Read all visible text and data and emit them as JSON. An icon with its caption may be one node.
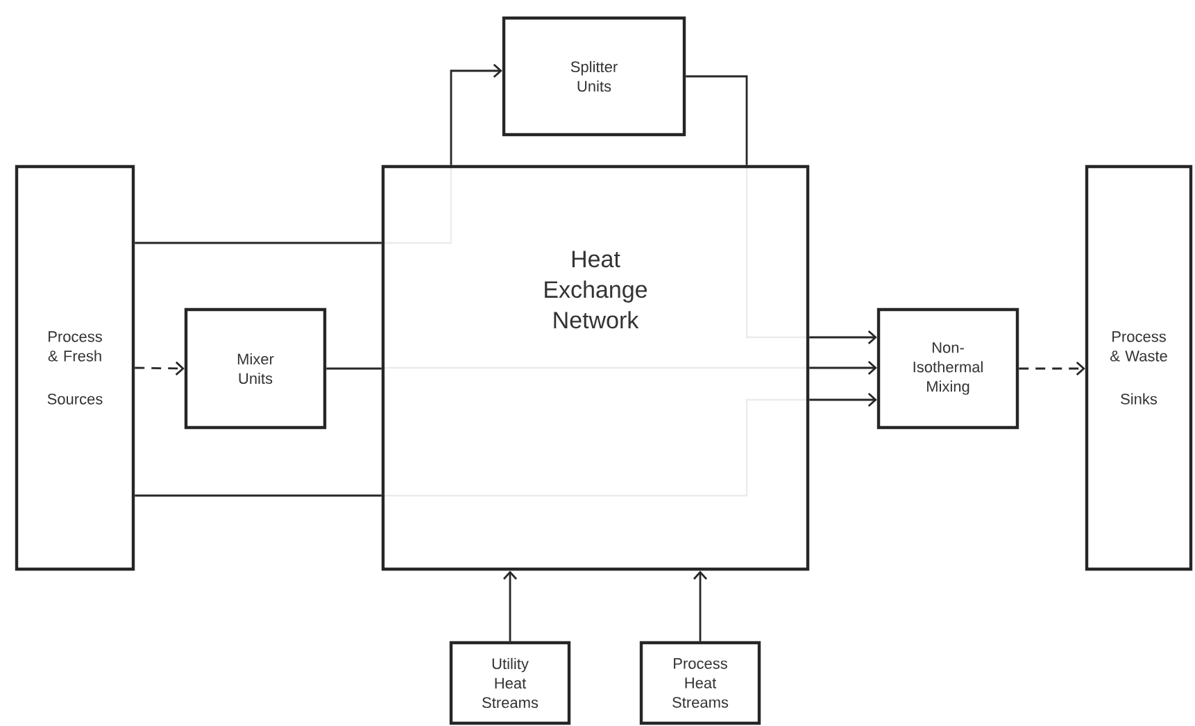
{
  "diagram": {
    "nodes": [
      {
        "text": [
          "Process & Fresh",
          "Sources"
        ]
      },
      {
        "text": [
          "Mixer Units"
        ]
      },
      {
        "text": [
          "Heat Exchange Network"
        ]
      },
      {
        "text": [
          "Splitter Units"
        ]
      },
      {
        "text": [
          "Non-Isothermal Mixing"
        ]
      },
      {
        "text": [
          "Process & Waste",
          "Sinks"
        ]
      },
      {
        "text": [
          "Utility Heat Streams"
        ]
      },
      {
        "text": [
          "Process Heat Streams"
        ]
      }
    ],
    "edges": [
      {
        "from": 0,
        "to": 1,
        "arrow": "to",
        "style": "dashed"
      },
      {
        "from": 0,
        "to": 2,
        "arrow": "none"
      },
      {
        "from": 1,
        "to": 2,
        "arrow": "none"
      },
      {
        "from": 0,
        "to": 2,
        "arrow": "none"
      },
      {
        "from": 2,
        "to": 3,
        "arrow": "to"
      },
      {
        "from": 3,
        "to": 2,
        "arrow": "none"
      },
      {
        "from": 2,
        "to": 4,
        "arrow": "to"
      },
      {
        "from": 2,
        "to": 4,
        "arrow": "to"
      },
      {
        "from": 2,
        "to": 4,
        "arrow": "to"
      },
      {
        "from": 4,
        "to": 5,
        "arrow": "to",
        "style": "dashed"
      },
      {
        "from": 6,
        "to": 2,
        "arrow": "to"
      },
      {
        "from": 7,
        "to": 2,
        "arrow": "to"
      }
    ]
  }
}
